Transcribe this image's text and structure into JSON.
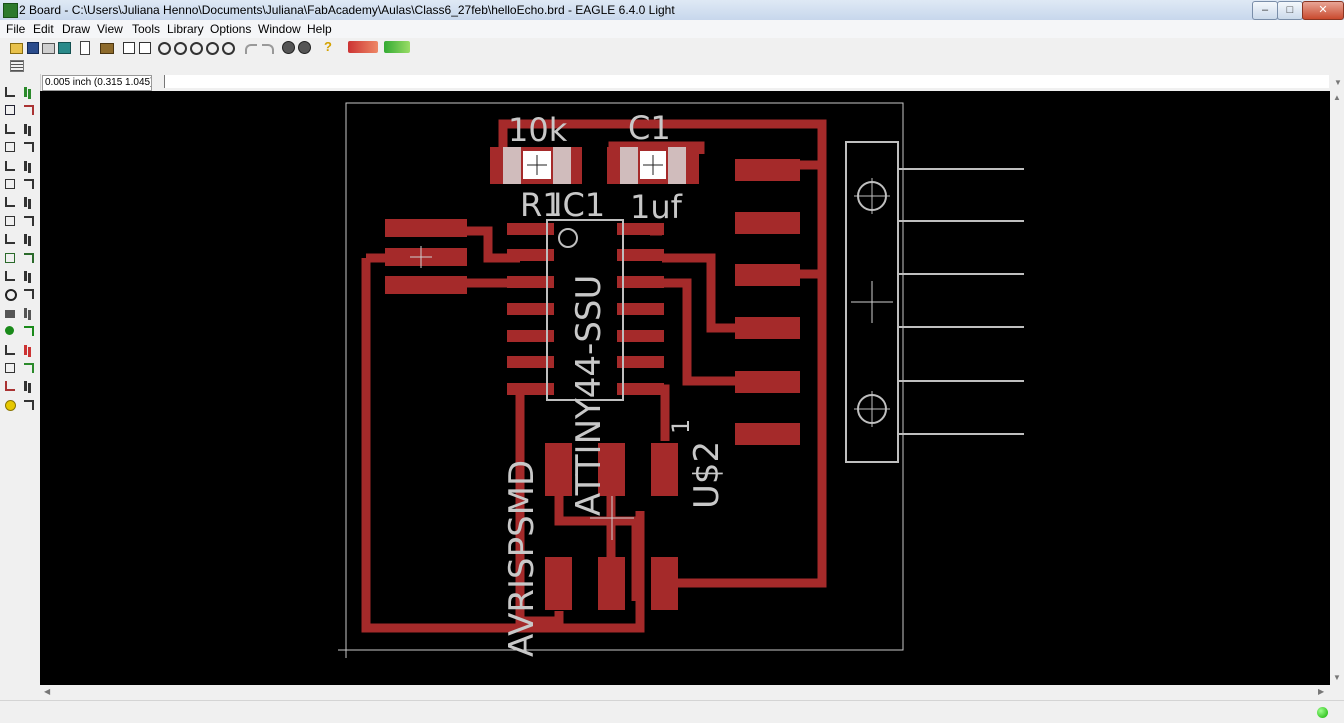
{
  "window": {
    "title": "2 Board - C:\\Users\\Juliana Henno\\Documents\\Juliana\\FabAcademy\\Aulas\\Class6_27feb\\helloEcho.brd - EAGLE 6.4.0 Light",
    "minimize": "–",
    "maximize": "□",
    "close": "✕"
  },
  "menu": [
    "File",
    "Edit",
    "Draw",
    "View",
    "Tools",
    "Library",
    "Options",
    "Window",
    "Help"
  ],
  "coordinates": "0.005 inch (0.315 1.045)",
  "command": "",
  "board": {
    "labels": {
      "resistor_value": "10k",
      "capacitor_name": "C1",
      "resistor_name": "R1",
      "ic_name": "IC1",
      "capacitor_value": "1uf",
      "ic_value": "ATTINY44-SSU",
      "header_name": "U$2",
      "pin_one": "1",
      "programmer_name": "AVRISPSMD"
    }
  },
  "colors": {
    "copper": "#a52a2a",
    "silk": "#bfbfbf",
    "background": "#000000"
  },
  "icons": {
    "toolbar": [
      "open-icon",
      "save-icon",
      "print-icon",
      "cam-icon",
      "scr-icon",
      "ulp-icon",
      "schematic-icon",
      "zoom-fit-icon",
      "zoom-in-icon",
      "zoom-out-icon",
      "zoom-redraw-icon",
      "zoom-select-icon",
      "undo-icon",
      "redo-icon",
      "stop-icon",
      "help-icon",
      "design-link-icon",
      "pcb-quote-icon"
    ],
    "left": [
      "info-icon",
      "show-icon",
      "display-icon",
      "mark-icon",
      "move-icon",
      "copy-icon",
      "mirror-icon",
      "rotate-icon",
      "group-icon",
      "change-icon",
      "paste-icon",
      "delete-icon",
      "add-icon",
      "pinswap-icon",
      "replace-icon",
      "lock-icon",
      "split-icon",
      "optimize-icon",
      "route-icon",
      "ripup-icon",
      "wire-icon",
      "text-icon",
      "circle-icon",
      "arc-icon",
      "rect-icon",
      "polygon-icon",
      "via-icon",
      "signal-icon",
      "hole-icon",
      "attribute-icon",
      "dimension-icon",
      "ratsnest-icon",
      "auto-icon",
      "drc-icon",
      "errors-icon",
      "erc-icon"
    ]
  }
}
